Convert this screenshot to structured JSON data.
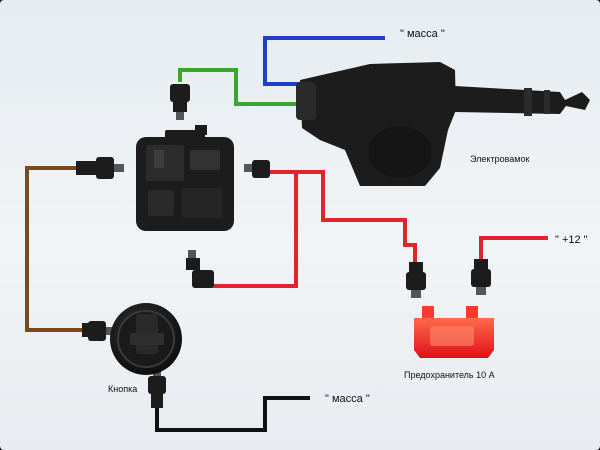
{
  "labels": {
    "massa_top": "\" масса \"",
    "elektrozamok": "Электровамок",
    "plus12": "\" +12 \"",
    "predokhranitel": "Предохранитель 10 А",
    "knopka": "Кнопка",
    "massa_bottom": "\" масса \""
  },
  "colors": {
    "background": "#eef2f5",
    "wire_blue": "#1f3fc4",
    "wire_green": "#3aa62f",
    "wire_red": "#e0242b",
    "wire_brown": "#7a4a1f",
    "wire_black": "#111111",
    "fuse_red": "#ff3a2a",
    "component_dark": "#1c1c1c"
  },
  "components": [
    {
      "id": "actuator",
      "icon": "door-lock-actuator-icon"
    },
    {
      "id": "relay",
      "icon": "relay-module-icon"
    },
    {
      "id": "button",
      "icon": "push-button-icon"
    },
    {
      "id": "fuse",
      "icon": "blade-fuse-icon"
    }
  ]
}
